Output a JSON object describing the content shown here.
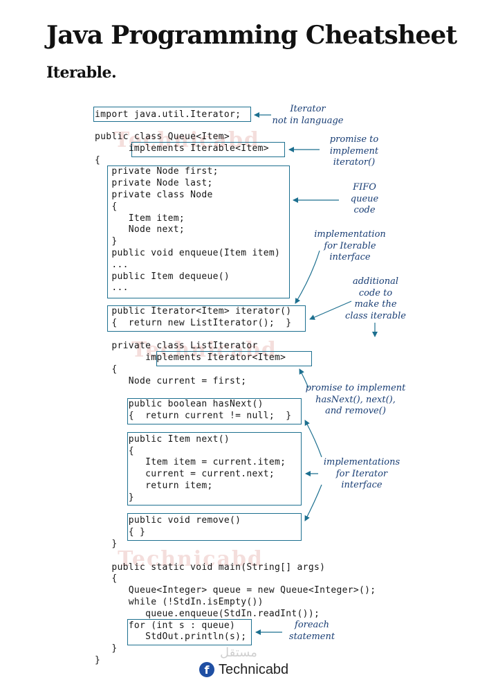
{
  "page": {
    "title": "Java Programming Cheatsheet",
    "subtitle": "Iterable."
  },
  "code_lines": [
    "import java.util.Iterator;",
    "",
    "public class Queue<Item>",
    "      implements Iterable<Item>",
    "{",
    "   private Node first;",
    "   private Node last;",
    "   private class Node",
    "   {",
    "      Item item;",
    "      Node next;",
    "   }",
    "   public void enqueue(Item item)",
    "   ...",
    "   public Item dequeue()",
    "   ...",
    "",
    "   public Iterator<Item> iterator()",
    "   {  return new ListIterator();  }",
    "",
    "   private class ListIterator",
    "         implements Iterator<Item>",
    "   {",
    "      Node current = first;",
    "",
    "      public boolean hasNext()",
    "      {  return current != null;  }",
    "",
    "      public Item next()",
    "      {",
    "         Item item = current.item;",
    "         current = current.next;",
    "         return item;",
    "      }",
    "",
    "      public void remove()",
    "      { }",
    "   }",
    "",
    "   public static void main(String[] args)",
    "   {",
    "      Queue<Integer> queue = new Queue<Integer>();",
    "      while (!StdIn.isEmpty())",
    "         queue.enqueue(StdIn.readInt());",
    "      for (int s : queue)",
    "         StdOut.println(s);",
    "   }",
    "}"
  ],
  "annotations": {
    "iterator_not_in_language": "Iterator\nnot in language",
    "promise_to_implement_iterator": "promise to\nimplement\niterator()",
    "fifo_queue_code": "FIFO\nqueue\ncode",
    "implementation_for_iterable": "implementation\nfor Iterable\ninterface",
    "additional_code": "additional\ncode to\nmake the\nclass iterable",
    "promise_to_implement_methods": "promise to implement\nhasNext(), next(),\nand remove()",
    "implementations_for_iterator": "implementations\nfor Iterator\ninterface",
    "foreach_statement": "foreach\nstatement"
  },
  "watermark": "Technicabd",
  "footer": {
    "icon": "facebook-icon",
    "text": "Technicabd"
  },
  "colors": {
    "box_border": "#1c6f8f",
    "annotation": "#173c73",
    "arrow": "#1c6f8f"
  }
}
